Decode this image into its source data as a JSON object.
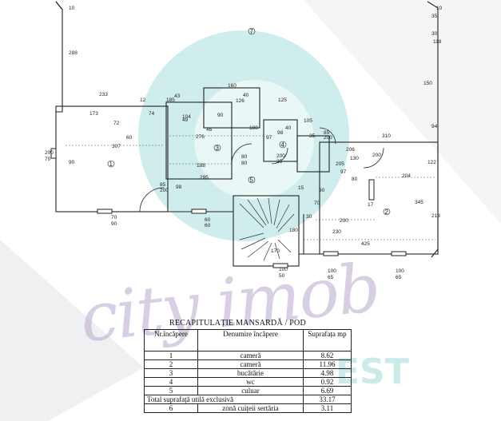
{
  "watermark": {
    "brand": "city imob",
    "sub": "EST"
  },
  "plan": {
    "room_numbers": [
      "1",
      "2",
      "3",
      "4",
      "5",
      "7"
    ],
    "dimensions": [
      "10",
      "10",
      "35",
      "30",
      "118",
      "150",
      "94",
      "288",
      "233",
      "12",
      "185",
      "43",
      "160",
      "40",
      "125",
      "105",
      "126",
      "49",
      "104",
      "90",
      "173",
      "72",
      "74",
      "60",
      "46",
      "180",
      "98",
      "97",
      "40",
      "35",
      "85",
      "200",
      "310",
      "307",
      "276",
      "188",
      "206",
      "80",
      "80",
      "200",
      "25",
      "200",
      "70",
      "90",
      "295",
      "205",
      "97",
      "130",
      "80",
      "200",
      "122",
      "204",
      "85",
      "200",
      "98",
      "15",
      "90",
      "70",
      "17",
      "345",
      "213",
      "30",
      "200",
      "230",
      "180",
      "425",
      "170",
      "70",
      "90",
      "60",
      "60",
      "100",
      "50",
      "100",
      "65",
      "100",
      "65"
    ]
  },
  "recap": {
    "title": "RECAPITULAȚIE MANSARDĂ / POD",
    "headers": [
      "Nr.încăpere",
      "Denumire încăpere",
      "Suprafața mp"
    ],
    "rows": [
      {
        "nr": "1",
        "name": "cameră",
        "area": "8.62"
      },
      {
        "nr": "2",
        "name": "cameră",
        "area": "11.96"
      },
      {
        "nr": "3",
        "name": "bucătărie",
        "area": "4.98"
      },
      {
        "nr": "4",
        "name": "wc",
        "area": "0.92"
      },
      {
        "nr": "5",
        "name": "culuar",
        "area": "6.69"
      }
    ],
    "total_label": "Total suprafață utilă exclusivă",
    "total_value": "33.17",
    "last_row": {
      "nr": "6",
      "name": "zonă cuițeii sertăria",
      "area": "3.11"
    }
  }
}
